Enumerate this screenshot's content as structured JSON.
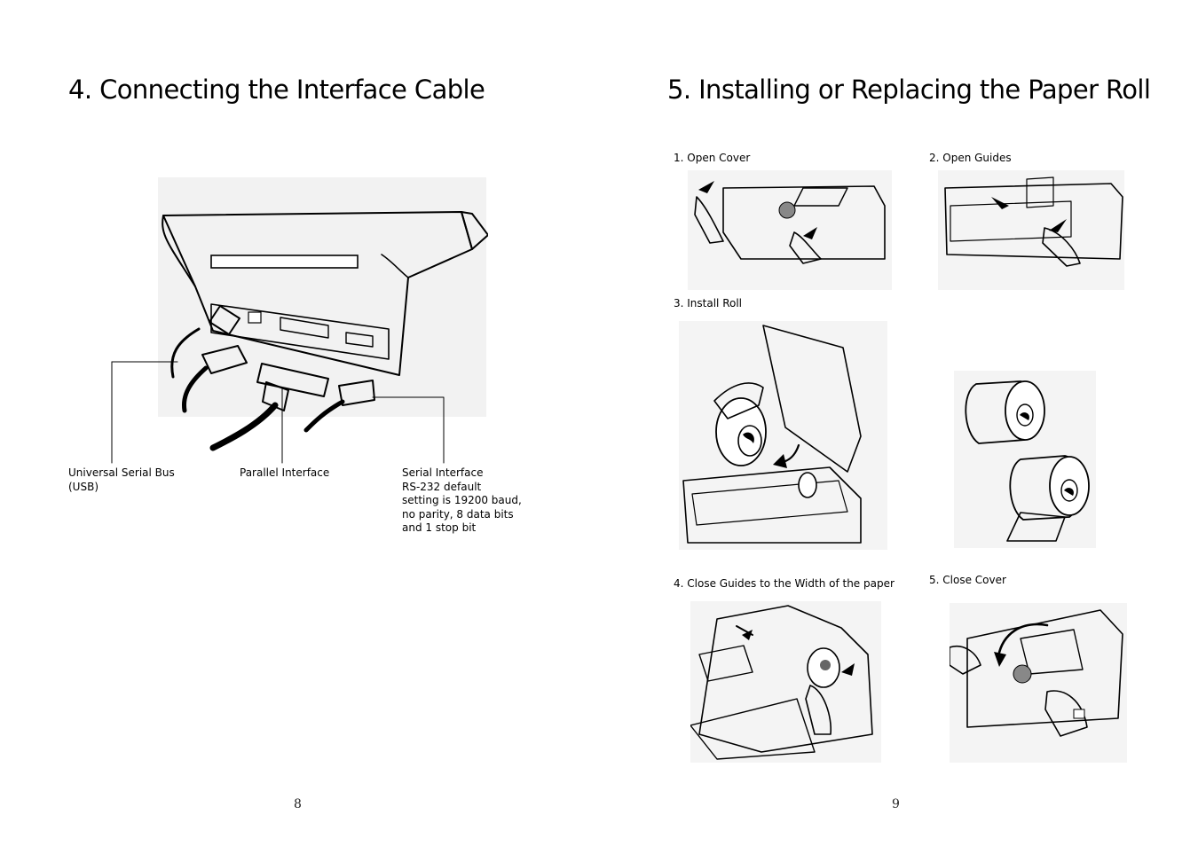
{
  "left_page": {
    "title": "4. Connecting the Interface Cable",
    "callouts": [
      {
        "lines": [
          "Universal Serial Bus",
          "(USB)"
        ]
      },
      {
        "lines": [
          "Parallel Interface"
        ]
      },
      {
        "lines": [
          "Serial Interface",
          "RS-232 default",
          "setting is 19200 baud,",
          "no parity, 8 data bits",
          "and 1 stop bit"
        ]
      }
    ],
    "page_number": "8"
  },
  "right_page": {
    "title": "5. Installing or Replacing the Paper Roll",
    "steps": [
      {
        "label": "1. Open Cover"
      },
      {
        "label": "2. Open Guides"
      },
      {
        "label": "3. Install Roll"
      },
      {
        "label": "4. Close Guides to the Width of the paper"
      },
      {
        "label": "5. Close Cover"
      }
    ],
    "page_number": "9"
  }
}
